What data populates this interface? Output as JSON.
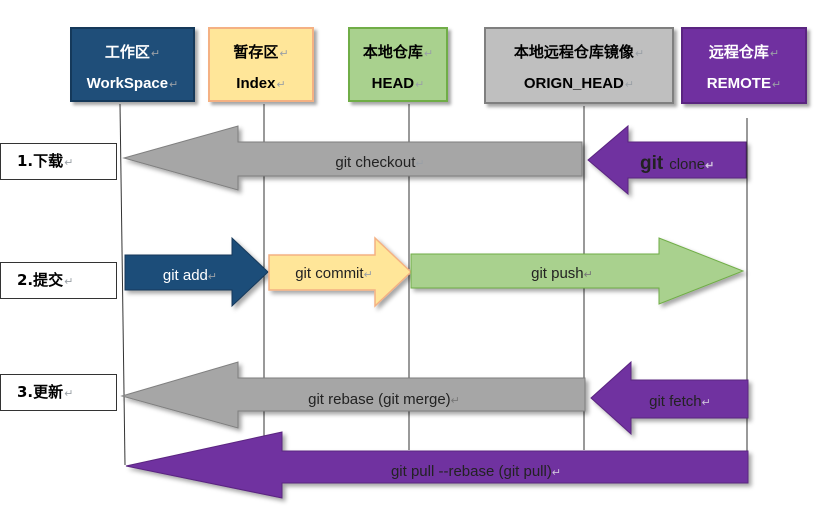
{
  "zones": {
    "workspace": {
      "line1": "工作区",
      "line2": "WorkSpace"
    },
    "index": {
      "line1": "暂存区",
      "line2": "Index"
    },
    "head": {
      "line1": "本地仓库",
      "line2": "HEAD"
    },
    "origin_head": {
      "line1": "本地远程仓库镜像",
      "line2": "ORIGN_HEAD"
    },
    "remote": {
      "line1": "远程仓库",
      "line2": "REMOTE"
    }
  },
  "steps": {
    "download": "1.下载",
    "commit": "2.提交",
    "update": "3.更新"
  },
  "commands": {
    "checkout": "git checkout",
    "clone_git": "git",
    "clone_word": "clone",
    "add": "git add",
    "commit": "git commit",
    "push": "git push",
    "rebase": "git rebase (git merge)",
    "fetch": "git fetch",
    "pull": "git pull --rebase (git pull)"
  },
  "paragraph_mark": "↵",
  "colors": {
    "workspace": "#1f4e79",
    "index": "#ffe699",
    "head": "#a9d18e",
    "origin": "#a6a6a6",
    "remote": "#7030a0"
  }
}
